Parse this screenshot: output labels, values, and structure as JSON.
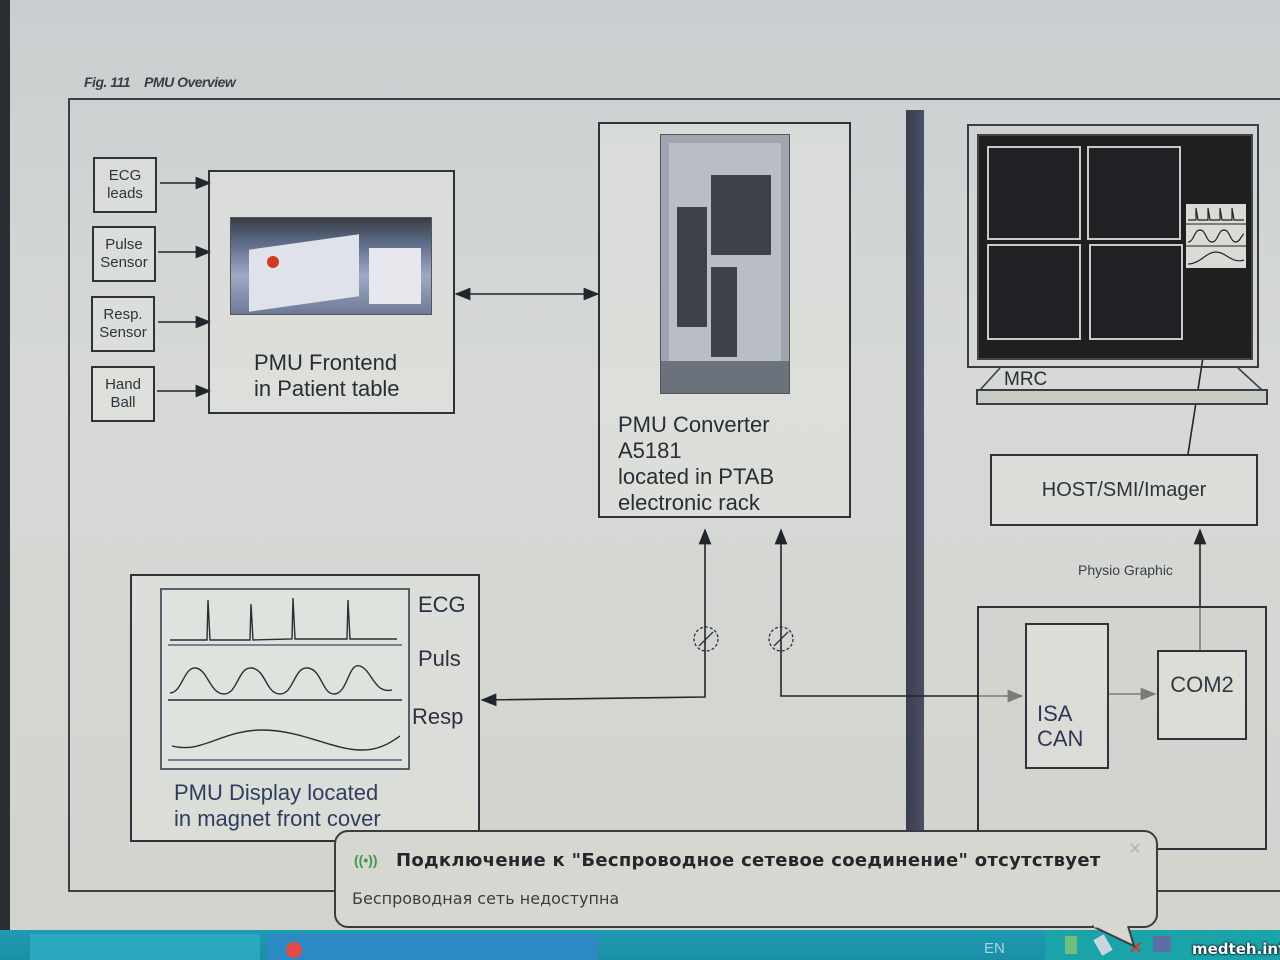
{
  "figure": {
    "number": "Fig. 111",
    "title": "PMU Overview"
  },
  "inputs": [
    {
      "label_line1": "ECG",
      "label_line2": "leads"
    },
    {
      "label_line1": "Pulse",
      "label_line2": "Sensor"
    },
    {
      "label_line1": "Resp.",
      "label_line2": "Sensor"
    },
    {
      "label_line1": "Hand",
      "label_line2": "Ball"
    }
  ],
  "frontend": {
    "line1": "PMU Frontend",
    "line2": "in Patient table"
  },
  "converter": {
    "line1": "PMU Converter",
    "line2": "A5181",
    "line3": "located in PTAB",
    "line4": "electronic rack"
  },
  "display": {
    "traces": [
      "ECG",
      "Puls",
      "Resp"
    ],
    "line1": "PMU Display located",
    "line2": "in  magnet front  cover"
  },
  "mrc": {
    "label": "MRC"
  },
  "host": {
    "label": "HOST/SMI/Imager"
  },
  "link_label": "Physio Graphic",
  "pc": {
    "isa_line1": "ISA",
    "isa_line2": "CAN",
    "com": "COM2"
  },
  "notification": {
    "icon": "wireless-icon",
    "title": "Подключение  к  \"Беспроводное сетевое соединение\" отсутствует",
    "body": "Беспроводная сеть недоступна",
    "close": "×"
  },
  "taskbar": {
    "language": "EN"
  },
  "watermark": "medteh.info",
  "colors": {
    "taskbar": "#1e9cb2",
    "wifi_icon": "#3d9a4a",
    "balloon": "#d7d7d1"
  }
}
